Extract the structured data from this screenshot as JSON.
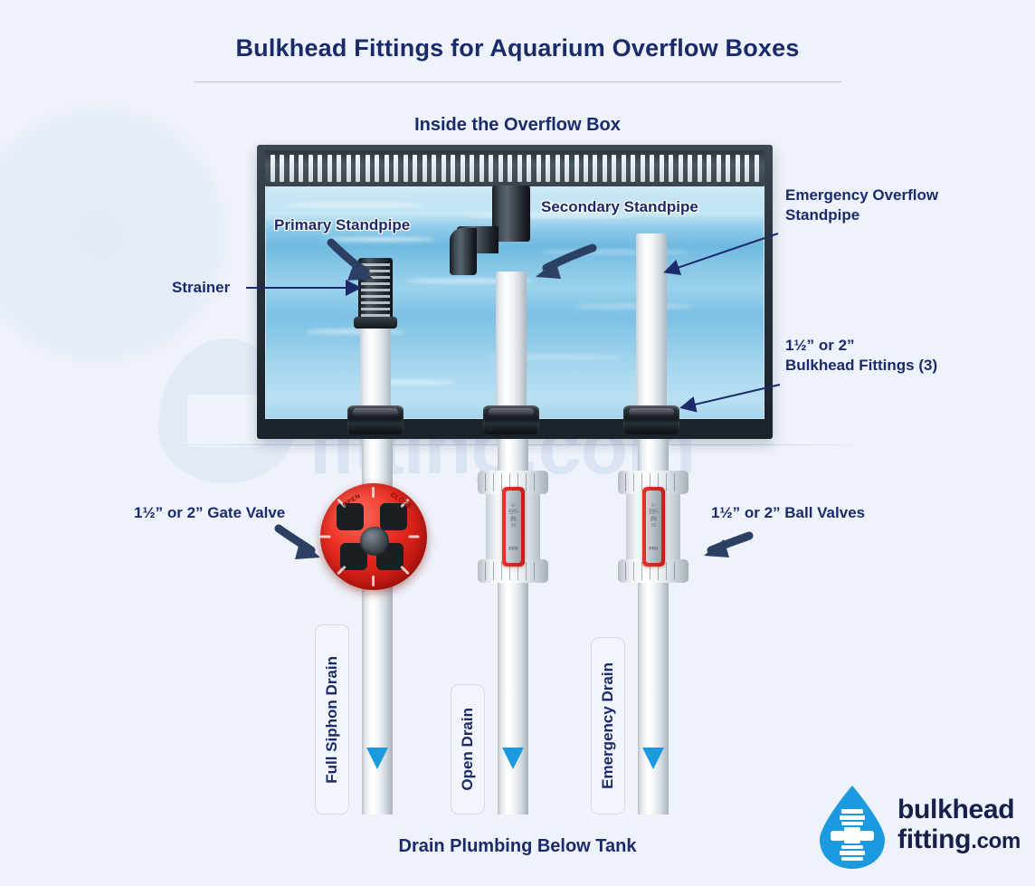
{
  "header": {
    "title": "Bulkhead Fittings for Aquarium Overflow Boxes"
  },
  "captions": {
    "top": "Inside the Overflow Box",
    "bottom": "Drain Plumbing Below Tank"
  },
  "callouts": {
    "strainer": "Strainer",
    "primary_standpipe": "Primary Standpipe",
    "secondary_standpipe": "Secondary Standpipe",
    "emergency_overflow_standpipe": "Emergency Overflow\nStandpipe",
    "bulkhead_fittings": "1½” or 2”\nBulkhead Fittings (3)",
    "gate_valve": "1½” or 2” Gate Valve",
    "ball_valves": "1½” or 2” Ball Valves"
  },
  "drain_labels": {
    "full_siphon": "Full Siphon Drain",
    "open": "Open Drain",
    "emergency": "Emergency Drain"
  },
  "gate_valve_wheel": {
    "open_text": "OPEN",
    "close_text": "CLOSE"
  },
  "ball_valve_lever": {
    "line1": "U-PVC",
    "line2": "SCH 80",
    "line3": "DN 50",
    "brand": "PPR"
  },
  "watermark": {
    "line1": "bulkhead",
    "line2": "fitting.com"
  },
  "logo": {
    "line1": "bulkhead",
    "line2": "fitting",
    "suffix": ".com"
  },
  "colors": {
    "background": "#eef2fa",
    "navy": "#1b2a6b",
    "accent_blue": "#1b9ae0",
    "valve_red": "#e8322a",
    "water_blue": "#8ecbe9",
    "frame_dark": "#27313a"
  },
  "diagram": {
    "type": "technical-illustration",
    "subject": "Aquarium overflow box with three bulkhead-fitted standpipes (Bean Animal style)",
    "standpipe_count": 3,
    "bulkhead_count": 3,
    "valves": [
      {
        "position": "left",
        "type": "gate valve",
        "drain": "Full Siphon Drain"
      },
      {
        "position": "center",
        "type": "ball valve",
        "drain": "Open Drain"
      },
      {
        "position": "right",
        "type": "ball valve",
        "drain": "Emergency Drain"
      }
    ],
    "flow_direction": "down"
  }
}
